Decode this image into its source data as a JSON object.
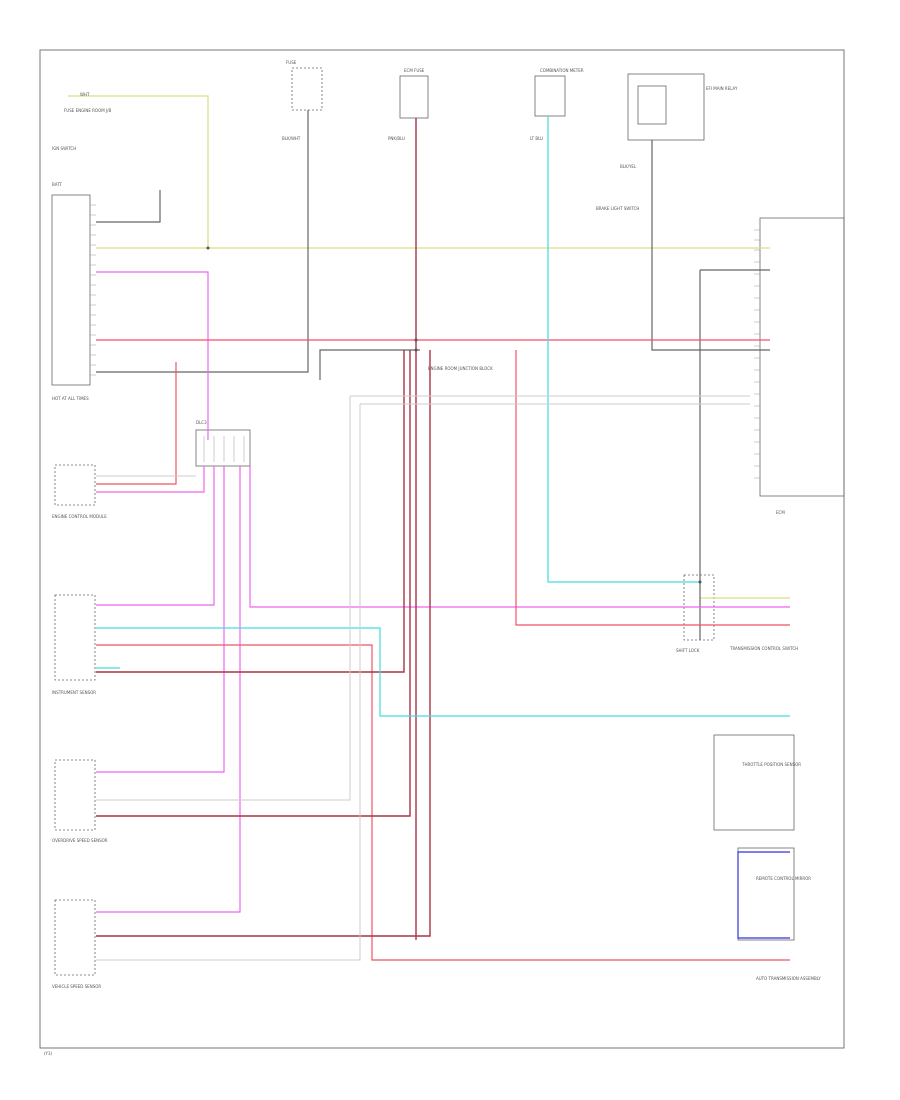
{
  "colors": {
    "yellow": "#dddd88",
    "black": "#666666",
    "pink": "#ee66ee",
    "red": "#ee5566",
    "dark_red": "#aa3344",
    "light_blue": "#44dddd",
    "white": "#cccccc",
    "blue": "#3333dd",
    "gray": "#888888"
  },
  "footer": {
    "code": "(Y3)"
  },
  "components": {
    "fuse_top_left": {
      "label": "FUSE ENGINE ROOM J/B",
      "wire": "WHT"
    },
    "ign_switch": {
      "label": "IGN SWITCH"
    },
    "ecm_left": {
      "label": "HOT AT ALL TIMES",
      "note": "BATT"
    },
    "dlc3": {
      "label": "DLC3"
    },
    "fuse_top_mid": {
      "label": "FUSE",
      "wire": "BLK/WHT"
    },
    "ecm_fuse": {
      "label": "ECM FUSE",
      "wire": "PNK/BLU"
    },
    "combination_meter": {
      "label": "COMBINATION METER",
      "wire": "LT BLU"
    },
    "relay_right": {
      "label": "EFI MAIN RELAY",
      "wire": "BLK/YEL"
    },
    "brake_switch": {
      "label": "BRAKE LIGHT SWITCH"
    },
    "junction": {
      "label": "ENGINE ROOM JUNCTION BLOCK"
    },
    "eng_control": {
      "label": "ENGINE CONTROL MODULE"
    },
    "instrument_sensor": {
      "label": "INSTRUMENT SENSOR"
    },
    "overdrive_sensor": {
      "label": "OVERDRIVE SPEED SENSOR"
    },
    "vehicle_speed": {
      "label": "VEHICLE SPEED SENSOR"
    },
    "ecm_right": {
      "label": "ECM"
    },
    "transmission": {
      "label": "TRANSMISSION CONTROL SWITCH"
    },
    "shift_lock": {
      "label": "SHIFT LOCK"
    },
    "throttle": {
      "label": "THROTTLE POSITION SENSOR"
    },
    "remote": {
      "label": "REMOTE CONTROL MIRROR"
    },
    "auto_trans": {
      "label": "AUTO TRANSMISSION ASSEMBLY"
    }
  }
}
